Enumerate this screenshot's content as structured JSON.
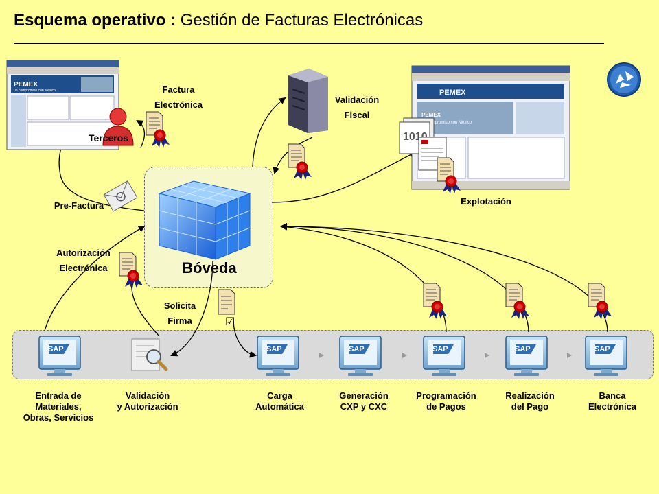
{
  "title": {
    "bold": "Esquema operativo :",
    "rest": " Gestión de Facturas Electrónicas"
  },
  "labels": {
    "factura": [
      "Factura",
      "Electrónica"
    ],
    "terceros": "Terceros",
    "validacion_fiscal": [
      "Validación",
      "Fiscal"
    ],
    "explotacion": "Explotación",
    "pre_factura": "Pre-Factura",
    "autorizacion": [
      "Autorización",
      "Electrónica"
    ],
    "boveda": "Bóveda",
    "solicita": [
      "Solicita",
      "Firma"
    ],
    "checkmark": "☑",
    "screens": {
      "brand": "PEMEX",
      "slogan": "un compromiso con México",
      "binary": "1010"
    }
  },
  "process_steps": [
    {
      "label": [
        "Entrada de",
        "Materiales,",
        "Obras, Servicios"
      ],
      "icon": "sap-monitor-icon"
    },
    {
      "label": [
        "Validación",
        "y Autorización"
      ],
      "icon": "magnifier-document-icon"
    },
    {
      "label": [
        "Carga",
        "Automática"
      ],
      "icon": "sap-monitor-icon"
    },
    {
      "label": [
        "Generación",
        "CXP y CXC"
      ],
      "icon": "sap-monitor-icon"
    },
    {
      "label": [
        "Programación",
        "de Pagos"
      ],
      "icon": "sap-monitor-icon"
    },
    {
      "label": [
        "Realización",
        "del Pago"
      ],
      "icon": "sap-monitor-icon"
    },
    {
      "label": [
        "Banca",
        "Electrónica"
      ],
      "icon": "sap-monitor-icon"
    }
  ],
  "sap_text": "SAP",
  "colors": {
    "background": "#FFFF99",
    "cube": "#2F7FEA",
    "seal": "#CC0000",
    "ribbon": "#1A237E",
    "document": "#F3E1B0"
  }
}
